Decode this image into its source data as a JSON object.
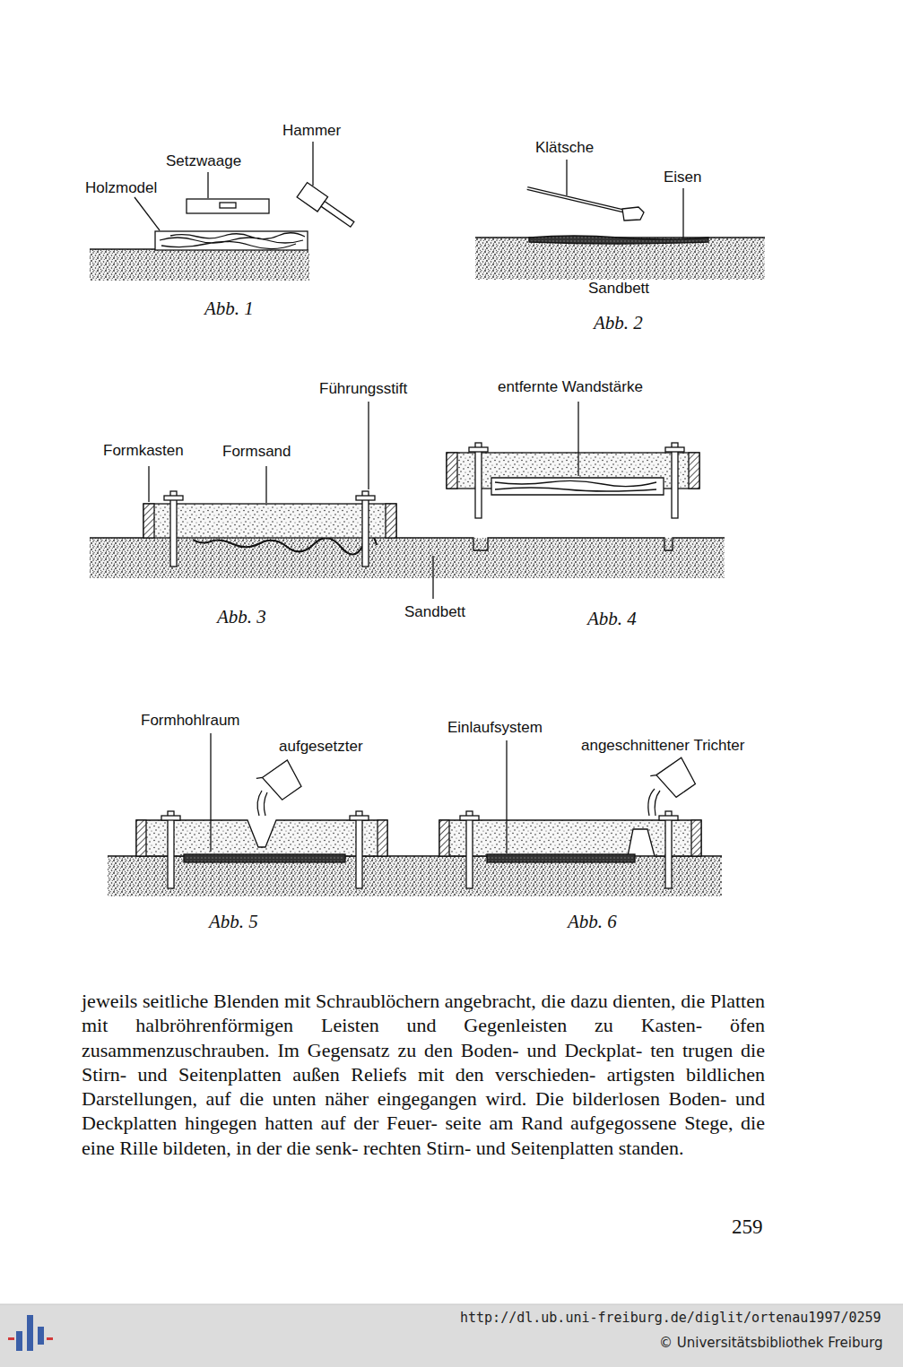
{
  "diagram": {
    "labels": [
      "Hammer",
      "Setzwaage",
      "Holzmodel",
      "Abb. 1",
      "Klätsche",
      "Eisen",
      "Sandbett",
      "Abb. 2",
      "Führungsstift",
      "Formkasten",
      "Formsand",
      "entfernte Wandstärke",
      "Sandbett",
      "Abb. 3",
      "Abb. 4",
      "Formhohlraum",
      "aufgesetzter",
      "Einlaufsystem",
      "angeschnittener Trichter",
      "Abb. 5",
      "Abb. 6",
      "jeweils seitliche Blenden mit Schraublöchern angebracht, die dazu dienten, die Platten mit halbröhrenförmigen Leisten und Gegenleisten zu Kasten- öfen zusammenzuschrauben. Im Gegensatz zu den Boden- und Deckplat- ten trugen die Stirn- und Seitenplatten außen Reliefs mit den verschieden- artigsten bildlichen Darstellungen, auf die unten näher eingegangen wird. Die bilderlosen Boden- und Deckplatten hingegen hatten auf der Feuer- seite am Rand aufgegossene Stege, die eine Rille bildeten, in der die senk- rechten Stirn- und Seitenplatten standen.",
      "259",
      "http://dl.ub.uni-freiburg.de/diglit/ortenau1997/0259",
      "© Universitätsbibliothek Freiburg"
    ]
  }
}
